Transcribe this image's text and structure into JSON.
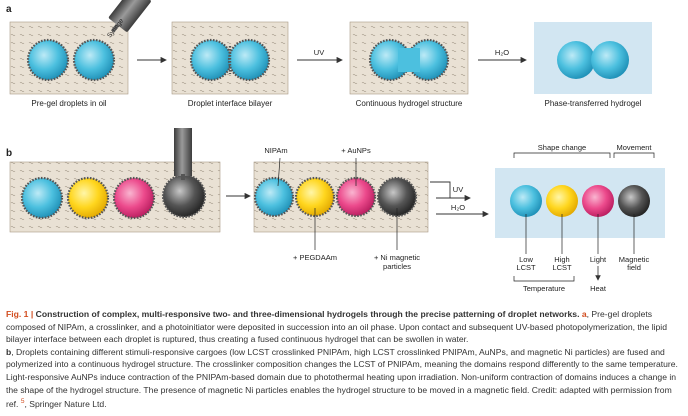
{
  "panel_a": {
    "label": "a",
    "syringe_label": "Syringe",
    "step_labels": [
      "Pre-gel droplets in oil",
      "Droplet interface bilayer",
      "Continuous hydrogel structure",
      "Phase-transferred hydrogel"
    ],
    "arrow_labels": [
      "UV",
      "H₂O"
    ]
  },
  "panel_b": {
    "label": "b",
    "arrow_uv": "UV",
    "arrow_water": "H₂O",
    "top_labels": {
      "nipam": "NIPAm",
      "aunps": "+ AuNPs"
    },
    "bottom_labels": {
      "pegdaam": "+ PEGDAAm",
      "ni": [
        "+ Ni magnetic",
        "particles"
      ]
    },
    "group_labels": {
      "shape_change": "Shape change",
      "movement": "Movement",
      "temperature": "Temperature"
    },
    "stimuli": [
      {
        "lines": [
          "Low",
          "LCST"
        ]
      },
      {
        "lines": [
          "High",
          "LCST"
        ]
      },
      {
        "lines": [
          "Light"
        ]
      },
      {
        "lines": [
          "Magnetic",
          "field"
        ]
      }
    ],
    "heat_label": "Heat"
  },
  "caption": {
    "lead": "Fig. 1 |",
    "title": "Construction of complex, multi-responsive two- and three-dimensional hydrogels through the precise patterning of droplet networks.",
    "part_a_label": "a",
    "part_a_text": ", Pre-gel droplets composed of NIPAm, a crosslinker, and a photoinitiator were deposited in succession into an oil phase. Upon contact and subsequent UV-based photopolymerization, the lipid bilayer interface between each droplet is ruptured, thus creating a fused continuous hydrogel that can be swollen in water.",
    "part_b_label": "b",
    "part_b_text": ", Droplets containing different stimuli-responsive cargoes (low LCST crosslinked PNIPAm, high LCST crosslinked PNIPAm, AuNPs, and magnetic Ni particles) are fused and polymerized into a continuous hydrogel structure. The crosslinker composition changes the LCST of PNIPAm, meaning the domains respond differently to the same temperature. Light-responsive AuNPs induce contraction of the PNIPAm-based domain due to photothermal heating upon irradiation. Non-uniform contraction of domains induces a change in the shape of the hydrogel structure. The presence of magnetic Ni particles enables the hydrogel structure to be moved in a magnetic field. Credit: adapted with permission from ref.",
    "ref_number": "5",
    "credit_tail": ", Springer Nature Ltd."
  },
  "colors": {
    "oil_bg": "#e9e1d4",
    "water_bg": "#d2e6f2",
    "cyan": "#3fb6d8",
    "yellow": "#ffd61e",
    "pink": "#ec4a8c",
    "gray": "#4a4a4a",
    "accent": "#d24d1f"
  }
}
